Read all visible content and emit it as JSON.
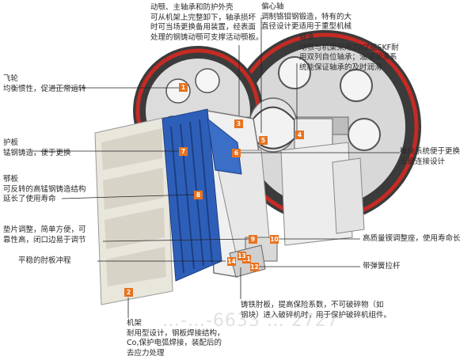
{
  "callouts": {
    "top_center": {
      "lines": [
        "动颚、主轴承和防护外壳",
        "可从机架上完整卸下，轴承损坏",
        "时可当场更换备用装置，经表面",
        "处理的钢铸动颚可支撑活动颚板。"
      ]
    },
    "eccentric_shaft": {
      "lines": [
        "偏心轴",
        "调制铬钼钢锻造，特有的大",
        "直径设计更适用于重型机械"
      ]
    },
    "bearing": {
      "lines": [
        "轴承",
        "动颚与机架采用ZWZ或SKF耐",
        "用双列自位轴承；油浸润滑系",
        "统能保证轴承的及时润滑"
      ]
    },
    "flywheel": {
      "lines": [
        "飞轮",
        "均衡惯性，促进正常运转"
      ]
    },
    "guard_plate": {
      "lines": [
        "护板",
        "锰钢铸造，便于更换"
      ]
    },
    "jaw_plate": {
      "lines": [
        "鄂板",
        "可反转的高锰钢铸造结构",
        "延长了使用寿命"
      ]
    },
    "shim_adjust": {
      "lines": [
        "垫片调整，简单方便，可",
        "靠性高，闭口边易于调节"
      ]
    },
    "toggle_plate": {
      "lines": [
        "平稳的肘板冲程"
      ]
    },
    "modular": {
      "lines": [
        "模块系统便于更换",
        "无键连接设计"
      ]
    },
    "wedge_adjust": {
      "lines": [
        "高质量锲调整座，使用寿命长"
      ]
    },
    "spring_rod": {
      "lines": [
        "带弹簧拉杆"
      ]
    },
    "frame": {
      "lines": [
        "机架",
        "耐用型设计，钢板焊接结构，",
        "Co,保护电弧焊接，装配后的",
        "去应力处理"
      ]
    },
    "cast_toggle": {
      "lines": [
        "铸铁肘板，提高保险系数，不可破碎物（如",
        "钢块）进入破碎机时，用于保护破碎机组件。"
      ]
    }
  },
  "badges": [
    "1",
    "2",
    "3",
    "4",
    "5",
    "6",
    "7",
    "8",
    "9",
    "10",
    "11",
    "12",
    "13",
    "14"
  ],
  "watermark": "…-…-6633 … 2727",
  "colors": {
    "accent": "#e8731f",
    "jaw_blue": "#2e5fb8",
    "flywheel_red": "#c62a24",
    "flywheel_dark": "#3a3a3a",
    "frame_cream": "#e9e6dc"
  }
}
